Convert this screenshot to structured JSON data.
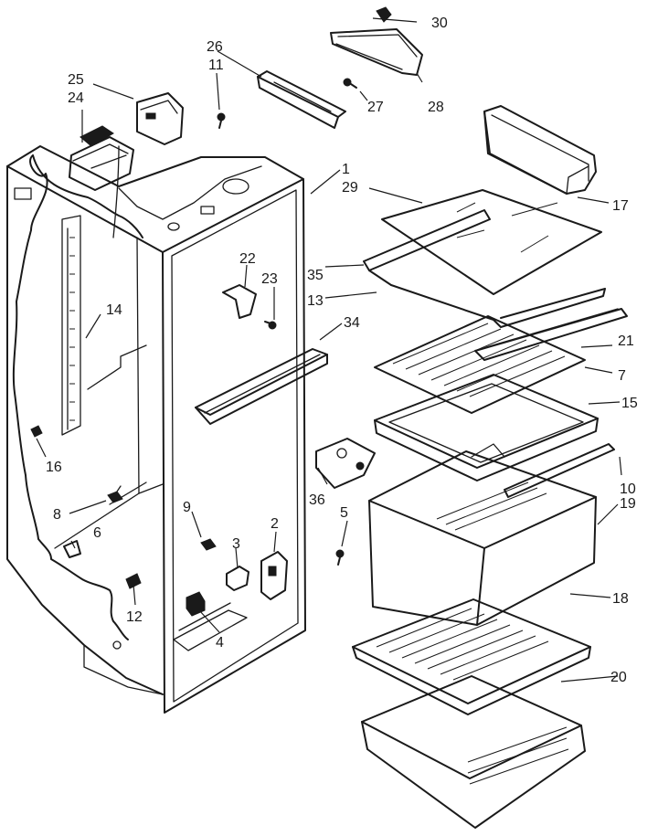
{
  "diagram": {
    "colors": {
      "ink": "#1a1a1a",
      "paper": "#ffffff"
    },
    "callouts": {
      "p1": "1",
      "p2": "2",
      "p3": "3",
      "p4": "4",
      "p5": "5",
      "p6": "6",
      "p7": "7",
      "p8": "8",
      "p9": "9",
      "p10": "10",
      "p11": "11",
      "p12": "12",
      "p13": "13",
      "p14": "14",
      "p15": "15",
      "p16": "16",
      "p17": "17",
      "p18": "18",
      "p19": "19",
      "p20": "20",
      "p21": "21",
      "p22": "22",
      "p23": "23",
      "p24": "24",
      "p25": "25",
      "p26": "26",
      "p27": "27",
      "p28": "28",
      "p29": "29",
      "p30": "30",
      "p34": "34",
      "p35": "35",
      "p36": "36"
    }
  }
}
